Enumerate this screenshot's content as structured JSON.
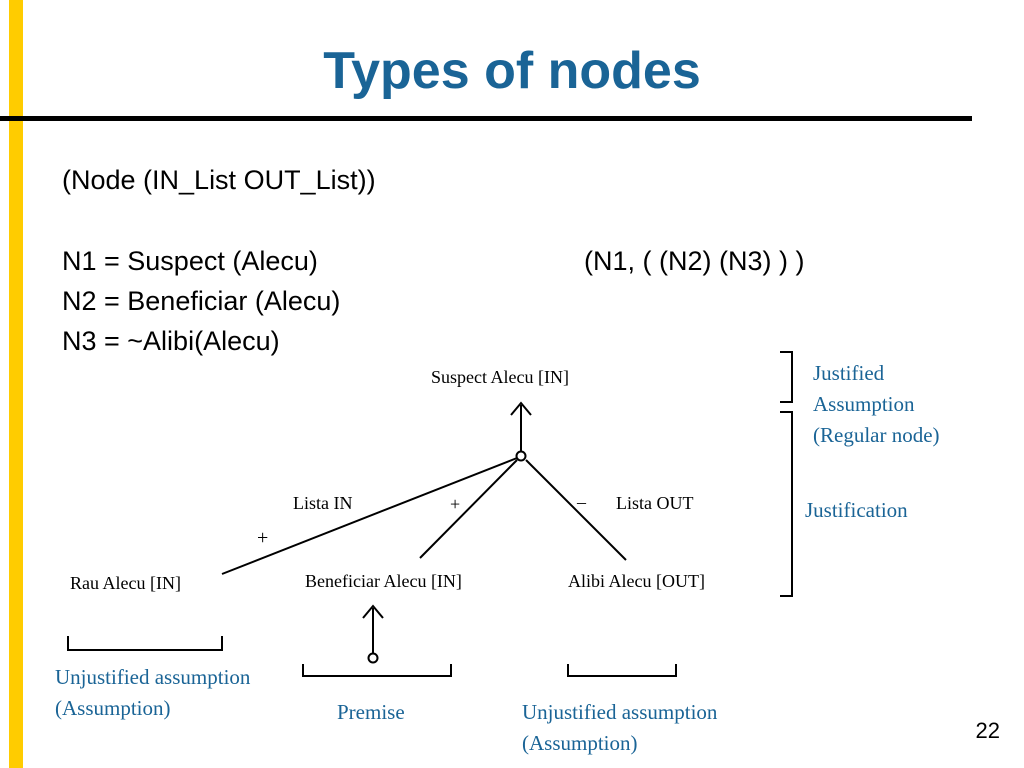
{
  "slide": {
    "title": "Types of nodes",
    "page_number": "22",
    "accent_color": "#FFCC00",
    "title_color": "#1A6496"
  },
  "body": {
    "format_line": "(Node (IN_List   OUT_List))",
    "n1": "N1 = Suspect (Alecu)",
    "n1_justification": "(N1, ( (N2)  (N3) ) )",
    "n2": "N2 = Beneficiar (Alecu)",
    "n3": "N3 = ~Alibi(Alecu)"
  },
  "diagram": {
    "nodes": {
      "suspect": "Suspect Alecu  [IN]",
      "rau": "Rau Alecu [IN]",
      "beneficiar": "Beneficiar Alecu  [IN]",
      "alibi": "Alibi Alecu  [OUT]"
    },
    "labels": {
      "lista_in": "Lista IN",
      "lista_out": "Lista OUT",
      "plus_mid": "+",
      "minus": "–",
      "plus_left": "+"
    },
    "annotations": {
      "justified_line1": "Justified",
      "justified_line2": "Assumption",
      "justified_line3": "(Regular node)",
      "justification": "Justification",
      "unjust_left_line1": "Unjustified assumption",
      "unjust_left_line2": "(Assumption)",
      "premise": "Premise",
      "unjust_right_line1": "Unjustified assumption",
      "unjust_right_line2": "(Assumption)"
    },
    "annotation_color": "#1A6496"
  }
}
